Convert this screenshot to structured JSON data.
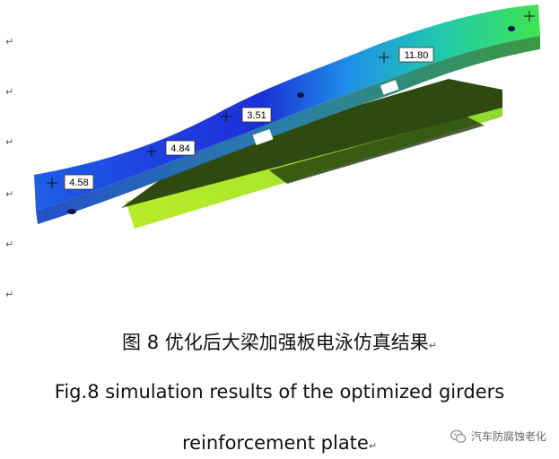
{
  "figure": {
    "labels": [
      {
        "text": "4.58"
      },
      {
        "text": "4.84"
      },
      {
        "text": "3.51"
      },
      {
        "text": "11.80"
      }
    ]
  },
  "marks": {
    "paragraph": "↵",
    "return": "↵"
  },
  "caption": {
    "cn": "图 8  优化后大梁加强板电泳仿真结果",
    "en_line1": "Fig.8 simulation results of the optimized girders",
    "en_line2": "reinforcement plate"
  },
  "watermark": {
    "text": "汽车防腐蚀老化",
    "icon": "wechat-icon"
  },
  "colors": {
    "blue_dark": "#1c2fd8",
    "blue": "#1f6ff0",
    "cyan": "#1fc8b8",
    "green": "#3fe64a",
    "yellow_green": "#c6f02e",
    "olive_dark": "#1f3a0c"
  }
}
